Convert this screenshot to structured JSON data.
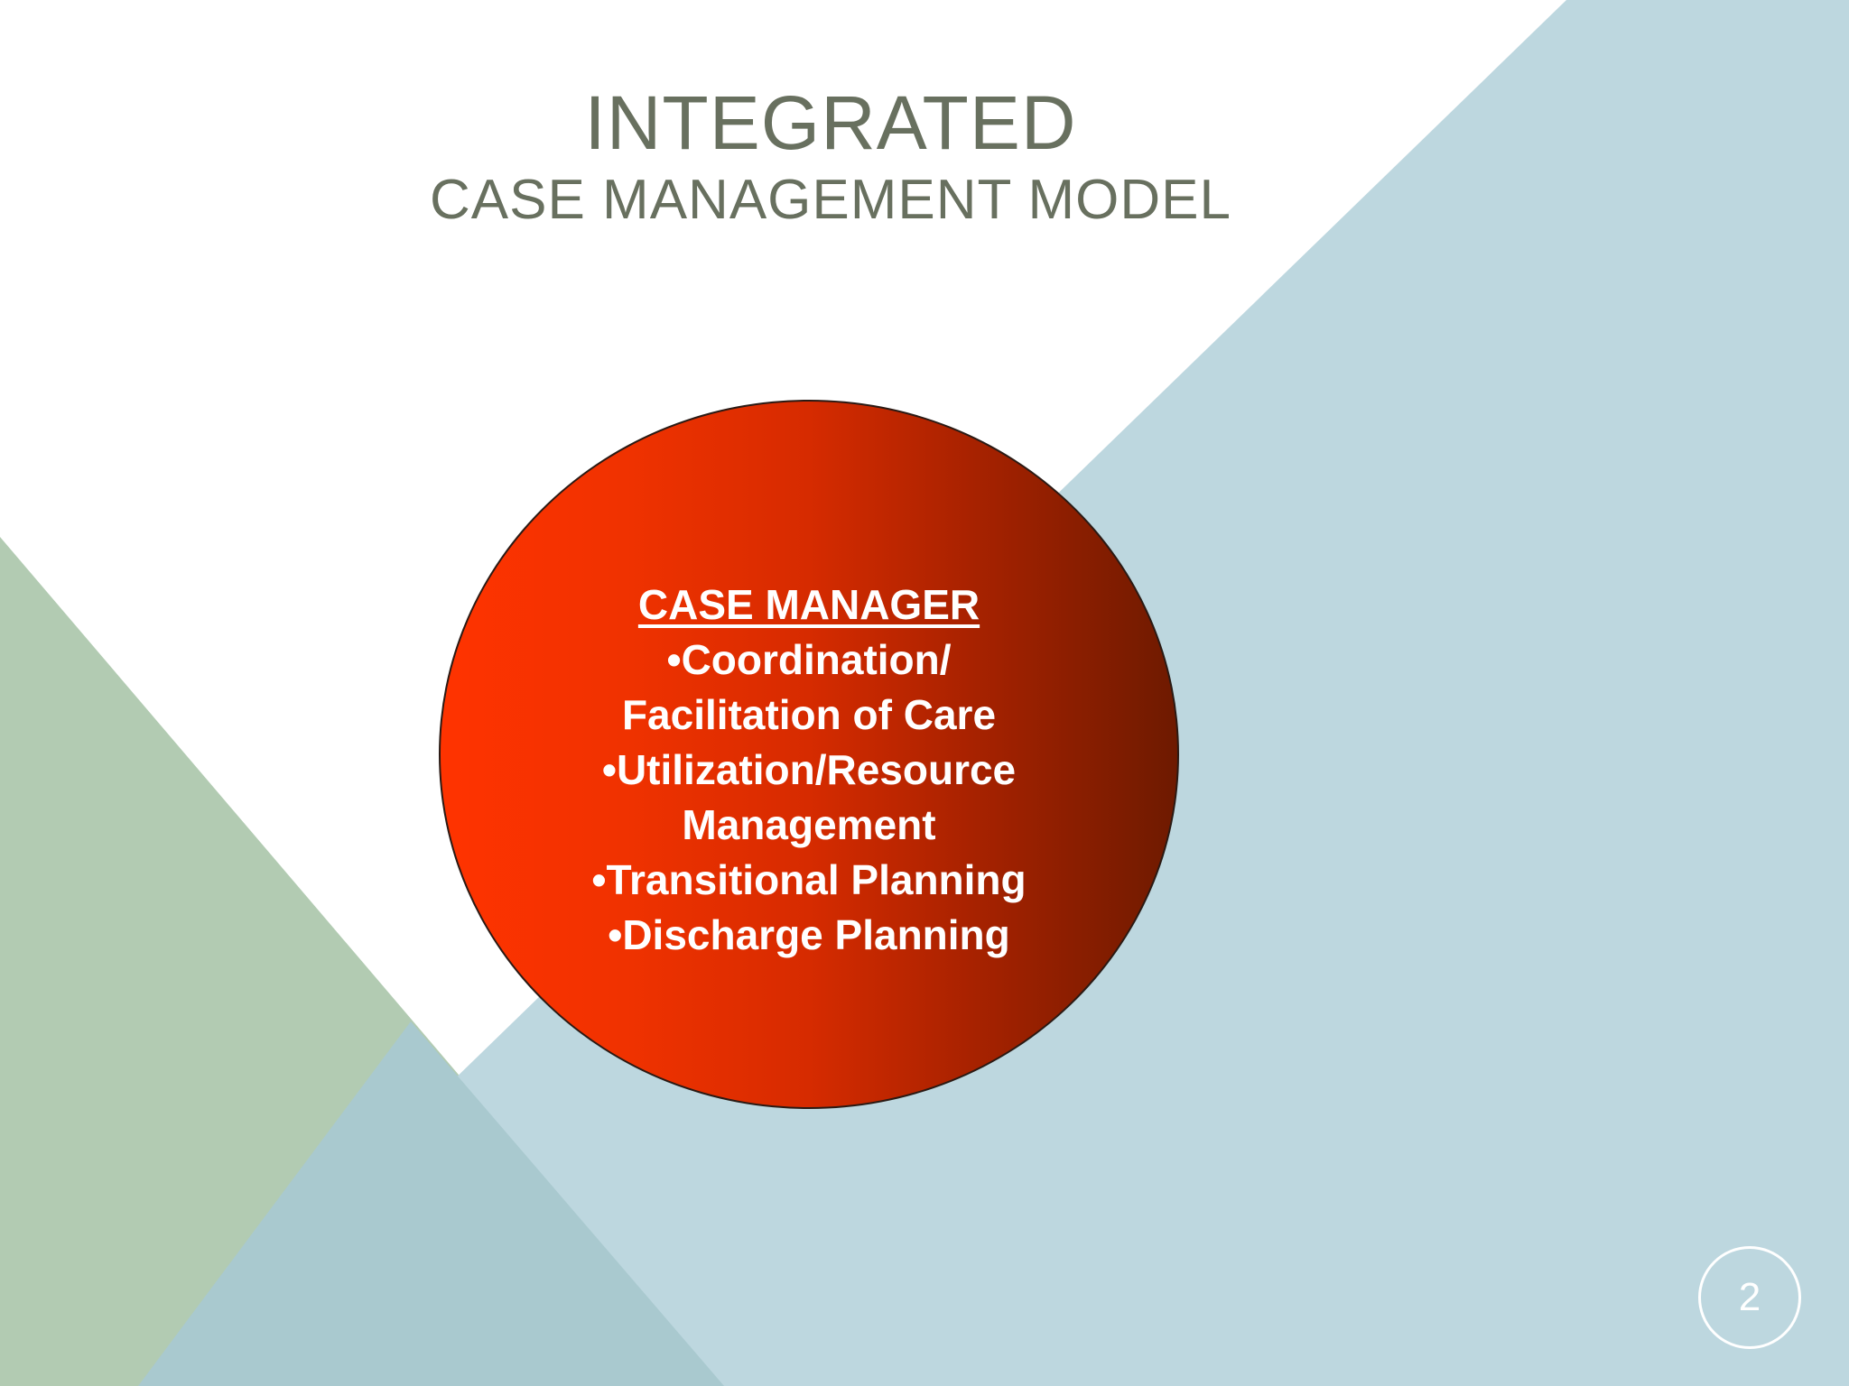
{
  "colors": {
    "background": "#ffffff",
    "blue_panel": "#bdd7df",
    "green_panel": "#b2cbb2",
    "overlap_panel": "#a9c9cf",
    "title_text": "#68705f",
    "circle_gradient_start": "#ff3300",
    "circle_gradient_end": "#6e1a00",
    "circle_text": "#ffffff"
  },
  "slide": {
    "title": "INTEGRATED",
    "subtitle": "CASE MANAGEMENT MODEL",
    "page_number": "2"
  },
  "circle": {
    "heading": "CASE MANAGER",
    "lines": [
      "•Coordination/",
      "Facilitation of Care",
      "•Utilization/Resource",
      "Management",
      "•Transitional Planning",
      "•Discharge Planning"
    ]
  }
}
